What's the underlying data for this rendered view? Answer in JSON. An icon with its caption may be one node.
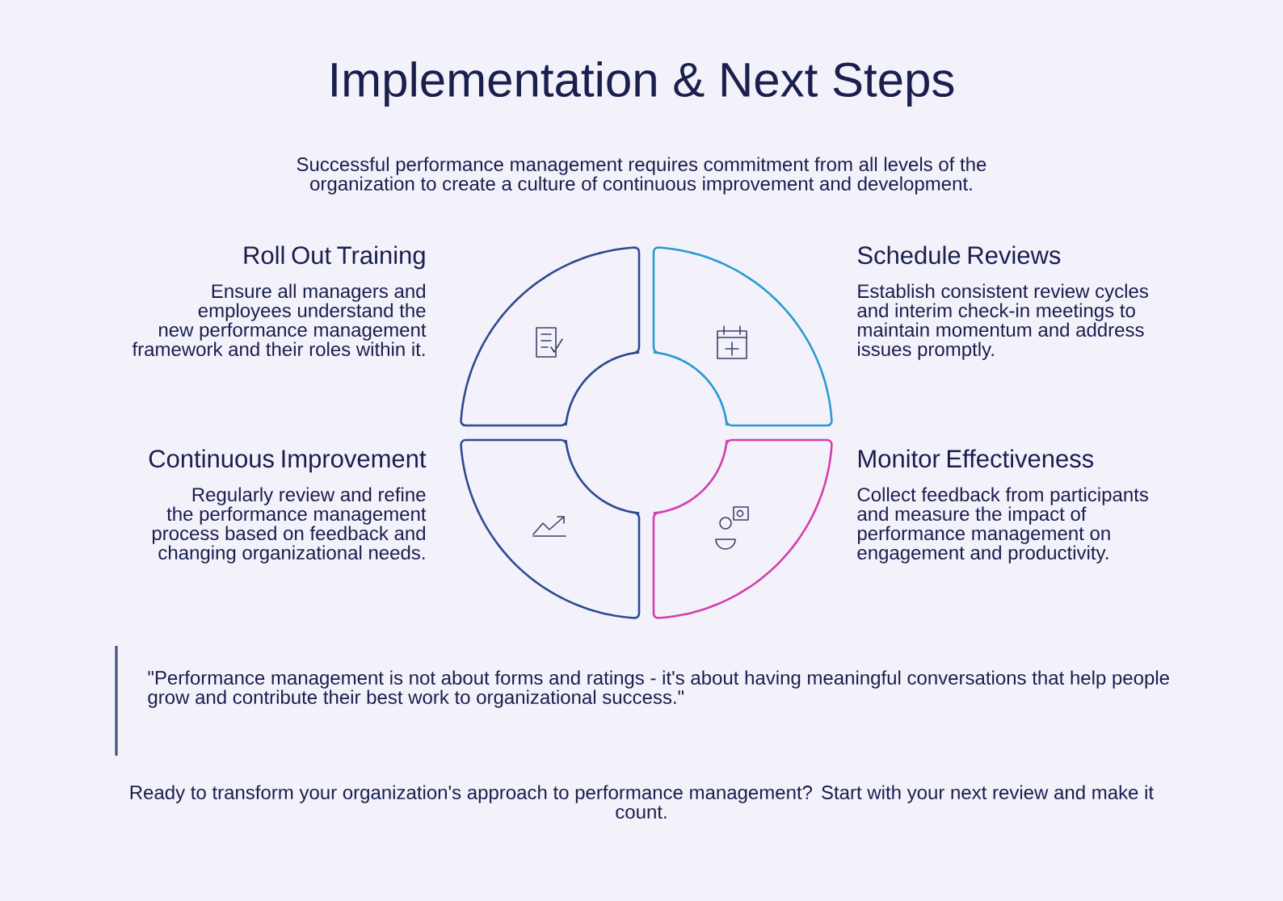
{
  "diagram": {
    "title": "Implementation & Next Steps",
    "nodes": [
      {
        "text": [
          "Roll Out Training",
          "Ensure all managers and employees understand the new performance management framework and their roles within it."
        ]
      },
      {
        "text": [
          "Schedule Reviews",
          "Establish consistent review cycles and interim check-in meetings to maintain momentum and address issues promptly."
        ]
      },
      {
        "text": [
          "Continuous Improvement",
          "Regularly review and refine the performance management process based on feedback and changing organizational needs."
        ]
      },
      {
        "text": [
          "Monitor Effectiveness",
          "Collect feedback from participants and measure the impact of performance management on engagement and productivity."
        ]
      }
    ],
    "labels": [
      "Successful performance management requires commitment from all levels of the organization to create a culture of continuous improvement and development.",
      "\"Performance management is not about forms and ratings - it's about having meaningful conversations that help people grow and contribute their best work to organizational success.\"",
      "Ready to transform your organization's approach to performance management? Start with your next review and make it count."
    ]
  }
}
